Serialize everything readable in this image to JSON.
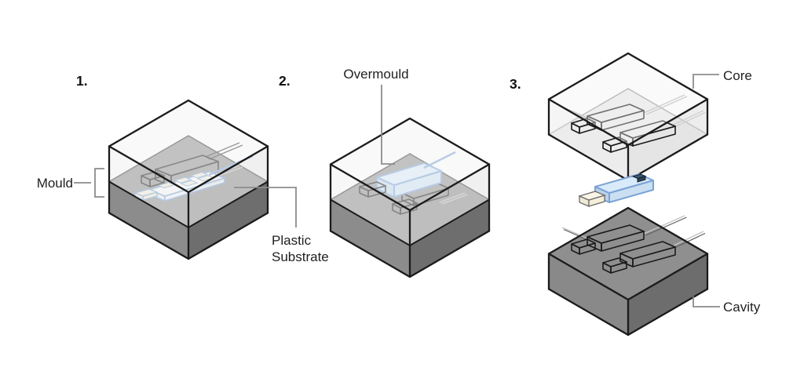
{
  "figure": {
    "type": "process-diagram",
    "subject": "overmoulding-mould-steps",
    "steps": [
      {
        "number": "1."
      },
      {
        "number": "2."
      },
      {
        "number": "3."
      }
    ],
    "labels": {
      "mould": "Mould",
      "plastic_substrate_line1": "Plastic",
      "plastic_substrate_line2": "Substrate",
      "overmould": "Overmould",
      "core": "Core",
      "cavity": "Cavity"
    },
    "colors": {
      "outline_black": "#1b1b1b",
      "leader_gray": "#8c8c8c",
      "parting_plane_gray": "#919191",
      "lower_half_left_gray": "#8c8c8c",
      "lower_half_right_gray": "#6e6e6e",
      "transparent_half_light": "#ededed",
      "part_blue_outline": "#7aa3d4",
      "part_blue_fill": "#d9eafa",
      "pad_cream": "#f2ecd8",
      "insert_white": "#fbfbfb"
    }
  }
}
